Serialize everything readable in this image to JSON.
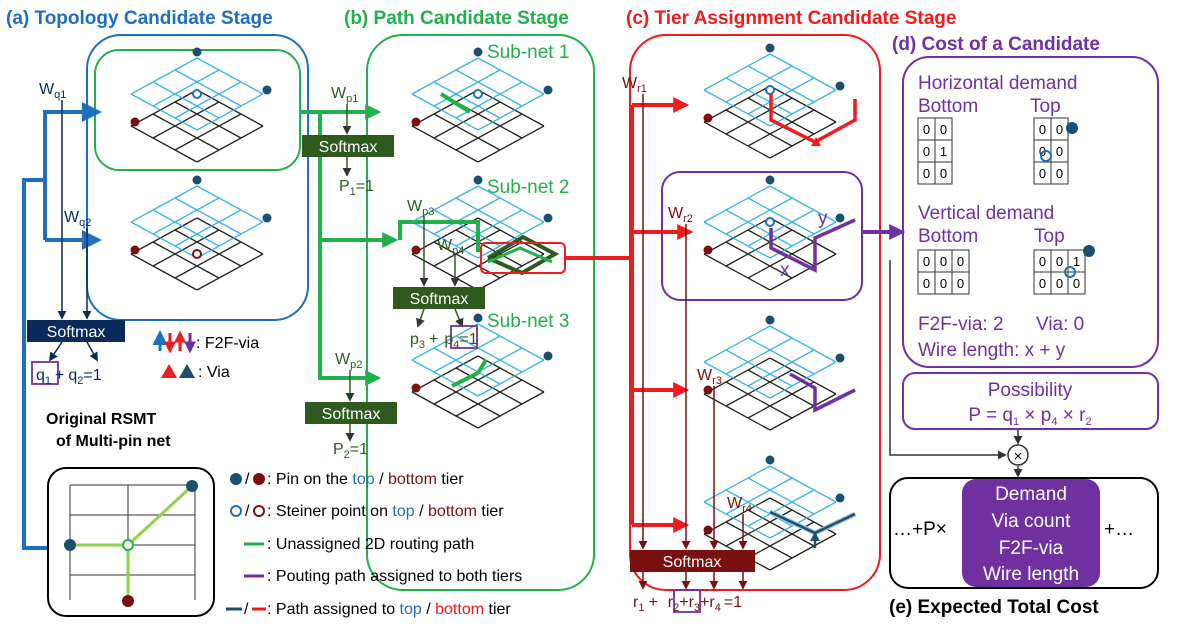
{
  "headers": {
    "a": "(a) Topology Candidate Stage",
    "b": "(b) Path Candidate Stage",
    "c": "(c) Tier Assignment Candidate Stage",
    "d": "(d) Cost of a Candidate",
    "e": "(e) Expected Total Cost"
  },
  "colors": {
    "blue": "#1f6fbf",
    "green": "#22b04a",
    "dark_green": "#2e5a1e",
    "red": "#ee1c1c",
    "purple": "#7030a0",
    "dark_red": "#7a1010",
    "navy": "#0b2a5c",
    "teal": "#1c4e6e"
  },
  "stage_a": {
    "w1_main": "W",
    "w1_sub": "q1",
    "w2_main": "W",
    "w2_sub": "q2",
    "softmax": "Softmax",
    "q1": "q",
    "q1_sub": "1",
    "plus": "+",
    "q2": "q",
    "q2_sub": "2",
    "eq": "=1",
    "rsmt_line1": "Original RSMT",
    "rsmt_line2": "of Multi-pin net"
  },
  "stage_b": {
    "subnet1": "Sub-net 1",
    "subnet2": "Sub-net 2",
    "subnet3": "Sub-net 3",
    "wp1_main": "W",
    "wp1_sub": "p1",
    "wp3_main": "W",
    "wp3_sub": "p3",
    "wp4_main": "W",
    "wp4_sub": "p4",
    "wp2_main": "W",
    "wp2_sub": "p2",
    "softmax": "Softmax",
    "p1_main": "P",
    "p1_sub": "1",
    "p1_eq": "=1",
    "p3_main": "p",
    "p3_sub": "3",
    "plus": "+",
    "p4_main": "p",
    "p4_sub": "4",
    "p34_eq": "=1",
    "p2_main": "P",
    "p2_sub": "2",
    "p2_eq": "=1"
  },
  "stage_c": {
    "wr1_main": "W",
    "wr1_sub": "r1",
    "wr2_main": "W",
    "wr2_sub": "r2",
    "wr3_main": "W",
    "wr3_sub": "r3",
    "wr4_main": "W",
    "wr4_sub": "r4",
    "x": "x",
    "y": "y",
    "softmax": "Softmax",
    "r1": "r",
    "r1_sub": "1",
    "plus1": "+",
    "r2": "r",
    "r2_sub": "2",
    "r3_pre": "+r",
    "r3_sub": "3",
    "r4_pre": "+r",
    "r4_sub": "4",
    "eq": "=1"
  },
  "stage_d": {
    "horizontal": "Horizontal demand",
    "bottom": "Bottom",
    "top": "Top",
    "h_bottom": [
      [
        "0",
        "0"
      ],
      [
        "0",
        "1"
      ],
      [
        "0",
        "0"
      ]
    ],
    "h_top": [
      [
        "0",
        "0"
      ],
      [
        "0",
        "0"
      ],
      [
        "0",
        "0"
      ]
    ],
    "vertical": "Vertical demand",
    "v_bottom": [
      [
        "0",
        "0",
        "0"
      ],
      [
        "0",
        "0",
        "0"
      ]
    ],
    "v_top": [
      [
        "0",
        "0",
        "1"
      ],
      [
        "0",
        "0",
        "0"
      ]
    ],
    "f2f": "F2F-via: 2",
    "via": "Via: 0",
    "wire": "Wire length: x + y",
    "possibility": "Possibility",
    "p_pre": "P = q",
    "p_s1": "1",
    "p_x1": " × p",
    "p_s2": "4",
    "p_x2": " × r",
    "p_s3": "2"
  },
  "stage_e": {
    "lead": "…+P×",
    "trail": "+…",
    "items": [
      "Demand",
      "Via count",
      "F2F-via",
      "Wire length"
    ],
    "mult": "×"
  },
  "legend": {
    "f2f": ": F2F-via",
    "via": ": Via",
    "pin_pre": ": Pin on the ",
    "pin_top": "top",
    "pin_sep": " / ",
    "pin_bottom": "bottom",
    "pin_post": " tier",
    "stein_pre": ": Steiner point on ",
    "stein_top": "top",
    "stein_sep": " / ",
    "stein_bottom": "bottom",
    "stein_post": " tier",
    "unassigned": ": Unassigned 2D routing path",
    "both": ": Pouting path assigned to both tiers",
    "path_pre": ": Path assigned to ",
    "path_top": "top",
    "path_sep": " / ",
    "path_bottom": "bottom",
    "path_post": " tier",
    "slash": "/"
  }
}
